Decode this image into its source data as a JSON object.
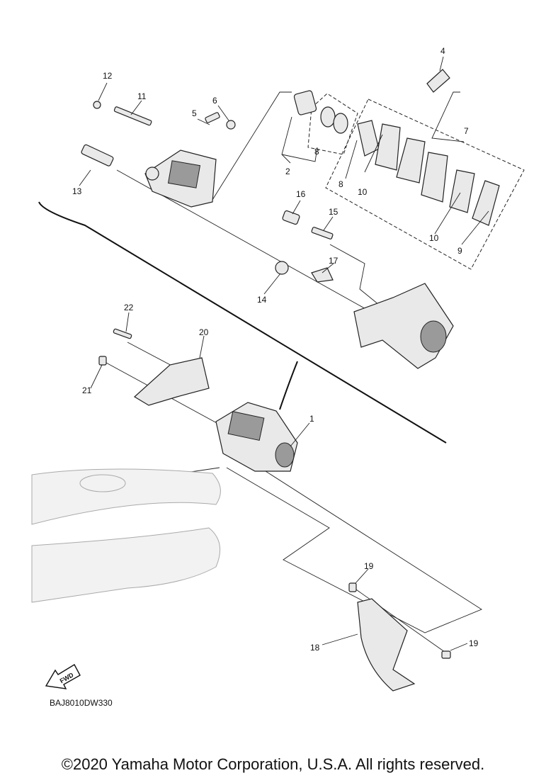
{
  "diagram": {
    "labels": [
      {
        "id": "l1",
        "text": "1"
      },
      {
        "id": "l2",
        "text": "2"
      },
      {
        "id": "l4",
        "text": "4"
      },
      {
        "id": "l5",
        "text": "5"
      },
      {
        "id": "l6",
        "text": "6"
      },
      {
        "id": "l7",
        "text": "7"
      },
      {
        "id": "l8a",
        "text": "8"
      },
      {
        "id": "l8b",
        "text": "8"
      },
      {
        "id": "l9",
        "text": "9"
      },
      {
        "id": "l10a",
        "text": "10"
      },
      {
        "id": "l10b",
        "text": "10"
      },
      {
        "id": "l11",
        "text": "11"
      },
      {
        "id": "l12",
        "text": "12"
      },
      {
        "id": "l13",
        "text": "13"
      },
      {
        "id": "l14",
        "text": "14"
      },
      {
        "id": "l15",
        "text": "15"
      },
      {
        "id": "l16",
        "text": "16"
      },
      {
        "id": "l17",
        "text": "17"
      },
      {
        "id": "l18",
        "text": "18"
      },
      {
        "id": "l19a",
        "text": "19"
      },
      {
        "id": "l19b",
        "text": "19"
      },
      {
        "id": "l20",
        "text": "20"
      },
      {
        "id": "l21",
        "text": "21"
      },
      {
        "id": "l22",
        "text": "22"
      }
    ],
    "fwd_label": "FWD",
    "diagram_code": "BAJ8010DW330"
  },
  "footer": {
    "copyright": "©2020 Yamaha Motor Corporation, U.S.A. All rights reserved."
  },
  "colors": {
    "part_fill": "#e9e9e9",
    "line": "#222222"
  }
}
